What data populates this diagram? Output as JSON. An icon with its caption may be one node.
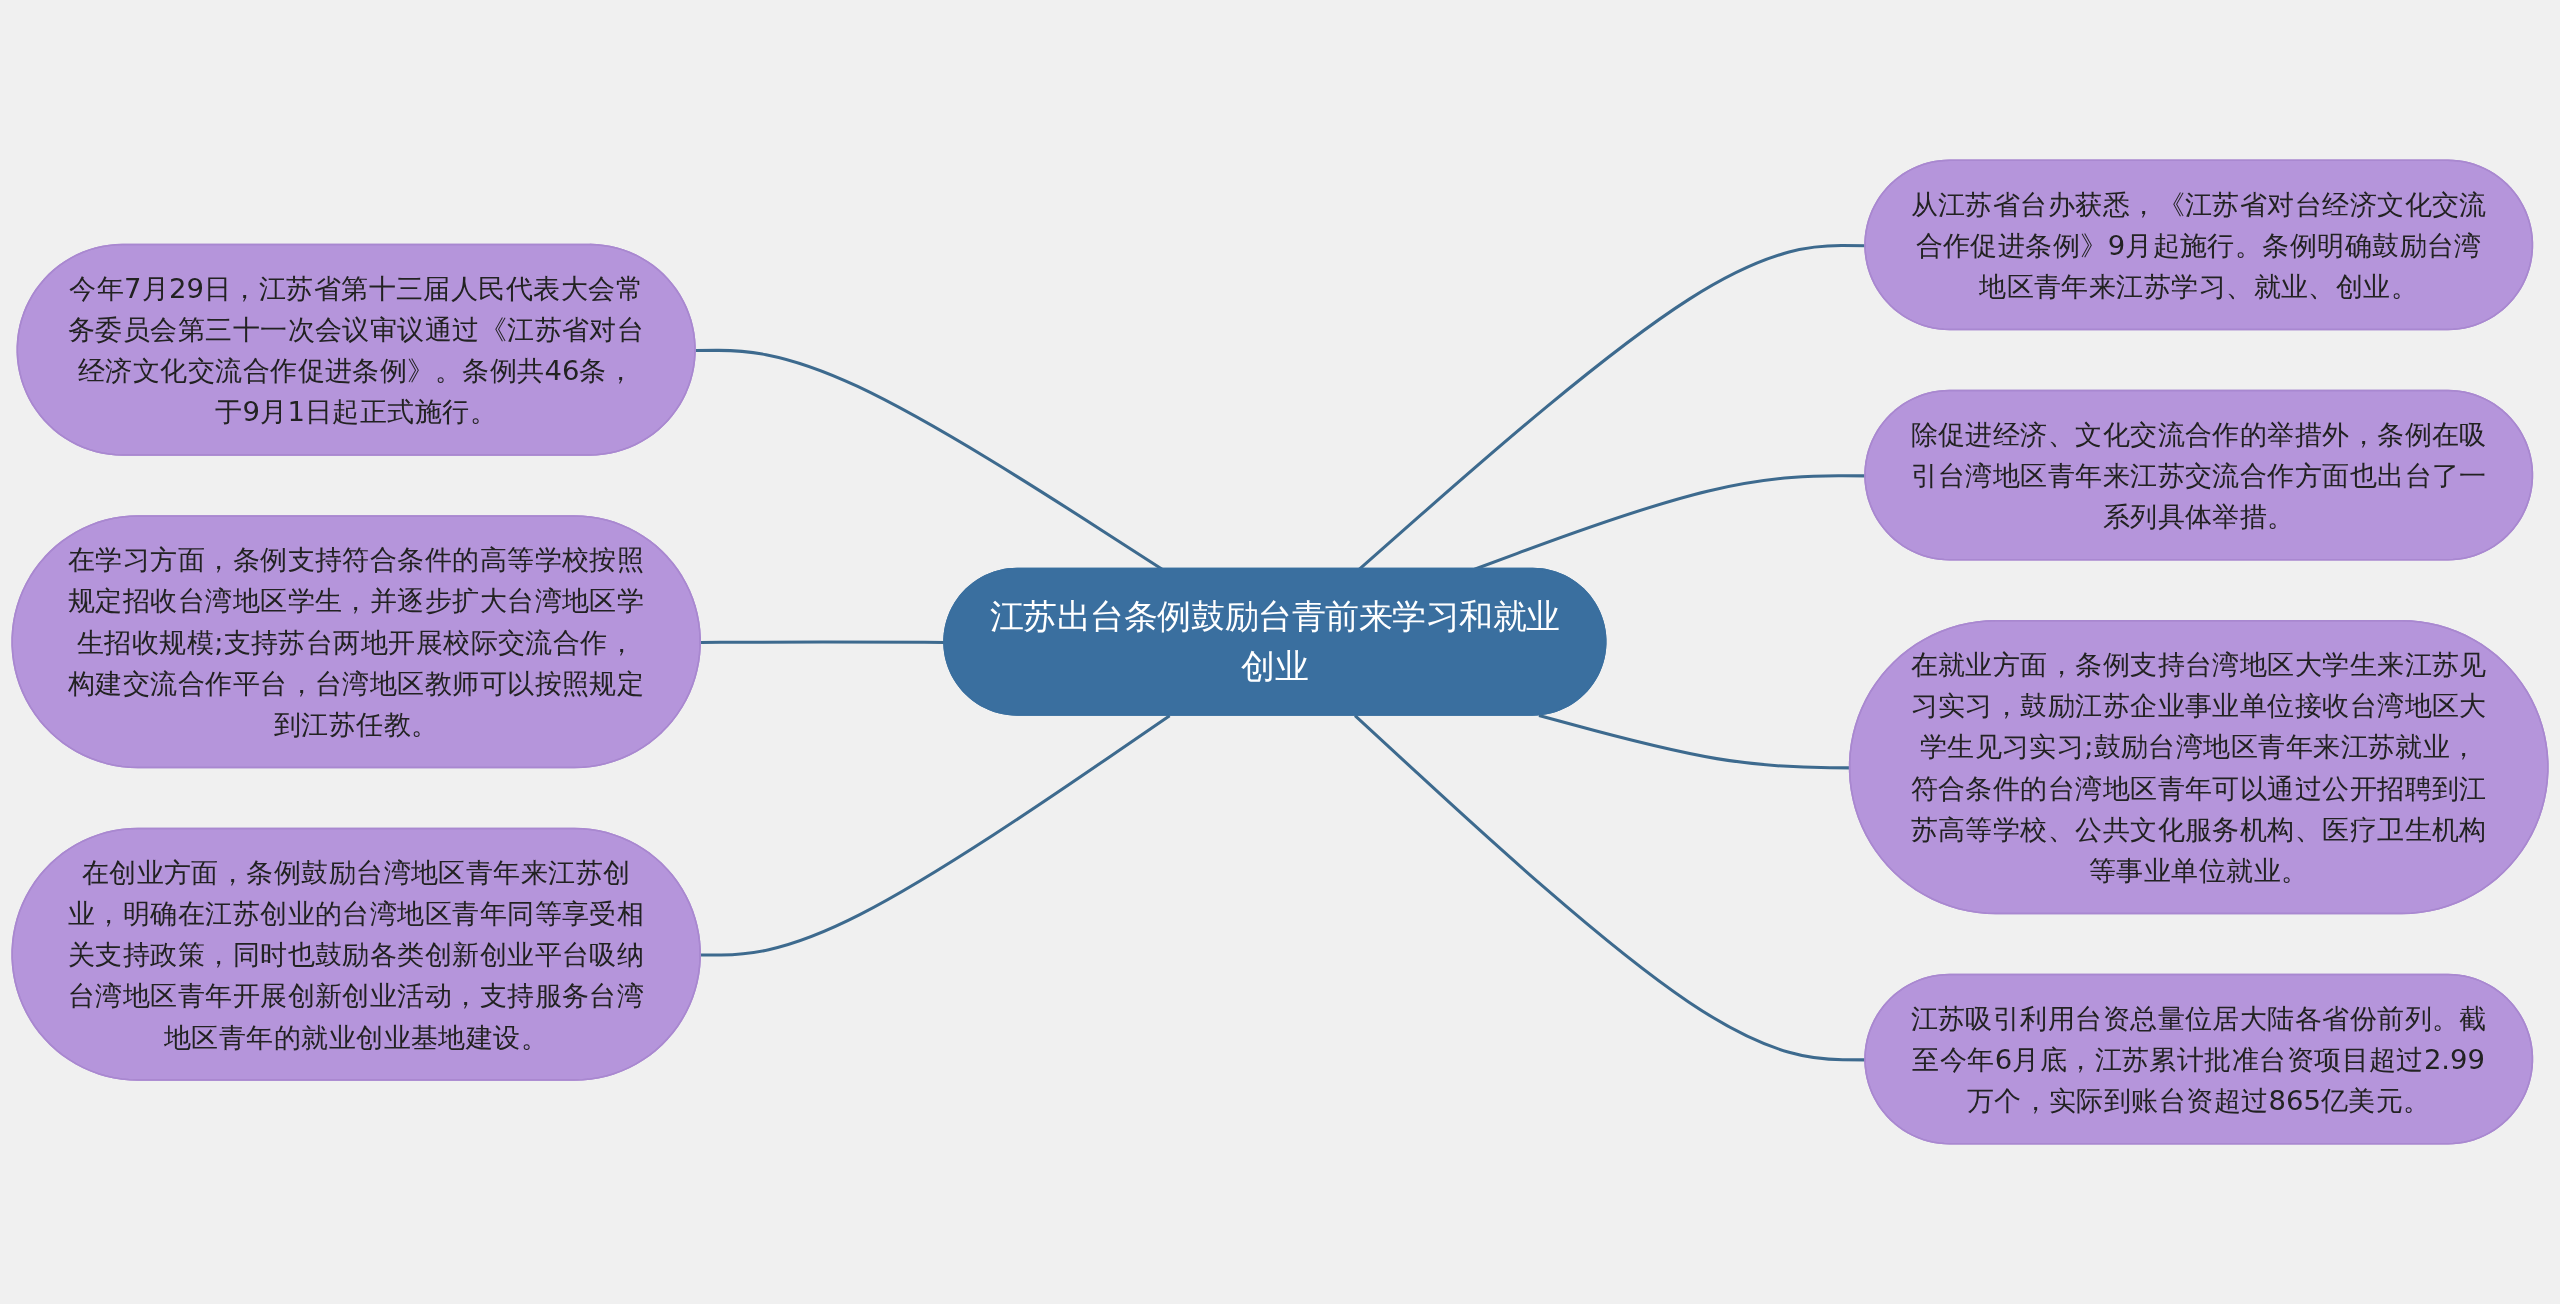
{
  "diagram": {
    "nodes": [
      {
        "text": [
          "江苏出台条例鼓励台青前来学习和就业创业"
        ]
      },
      {
        "text": [
          "今年7月29日，江苏省第十三届人民代表大会常务委员会第三十一次会议审议通过《江苏省对台经济文化交流合作促进条例》。条例共46条，于9月1日起正式施行。"
        ]
      },
      {
        "text": [
          "在学习方面，条例支持符合条件的高等学校按照规定招收台湾地区学生，并逐步扩大台湾地区学生招收规模;支持苏台两地开展校际交流合作，构建交流合作平台，台湾地区教师可以按照规定到江苏任教。"
        ]
      },
      {
        "text": [
          "在创业方面，条例鼓励台湾地区青年来江苏创业，明确在江苏创业的台湾地区青年同等享受相关支持政策，同时也鼓励各类创新创业平台吸纳台湾地区青年开展创新创业活动，支持服务台湾地区青年的就业创业基地建设。"
        ]
      },
      {
        "text": [
          "从江苏省台办获悉，《江苏省对台经济文化交流合作促进条例》9月起施行。条例明确鼓励台湾地区青年来江苏学习、就业、创业。"
        ]
      },
      {
        "text": [
          "除促进经济、文化交流合作的举措外，条例在吸引台湾地区青年来江苏交流合作方面也出台了一系列具体举措。"
        ]
      },
      {
        "text": [
          "在就业方面，条例支持台湾地区大学生来江苏见习实习，鼓励江苏企业事业单位接收台湾地区大学生见习实习;鼓励台湾地区青年来江苏就业，符合条件的台湾地区青年可以通过公开招聘到江苏高等学校、公共文化服务机构、医疗卫生机构等事业单位就业。"
        ]
      },
      {
        "text": [
          "江苏吸引利用台资总量位居大陆各省份前列。截至今年6月底，江苏累计批准台资项目超过2.99万个，实际到账台资超过865亿美元。"
        ]
      }
    ],
    "edges": [
      {
        "from": 1,
        "to": 0,
        "arrow": "none"
      },
      {
        "from": 2,
        "to": 0,
        "arrow": "none"
      },
      {
        "from": 3,
        "to": 0,
        "arrow": "none"
      },
      {
        "from": 0,
        "to": 4,
        "arrow": "none"
      },
      {
        "from": 0,
        "to": 5,
        "arrow": "none"
      },
      {
        "from": 0,
        "to": 6,
        "arrow": "none"
      },
      {
        "from": 0,
        "to": 7,
        "arrow": "none"
      }
    ]
  }
}
